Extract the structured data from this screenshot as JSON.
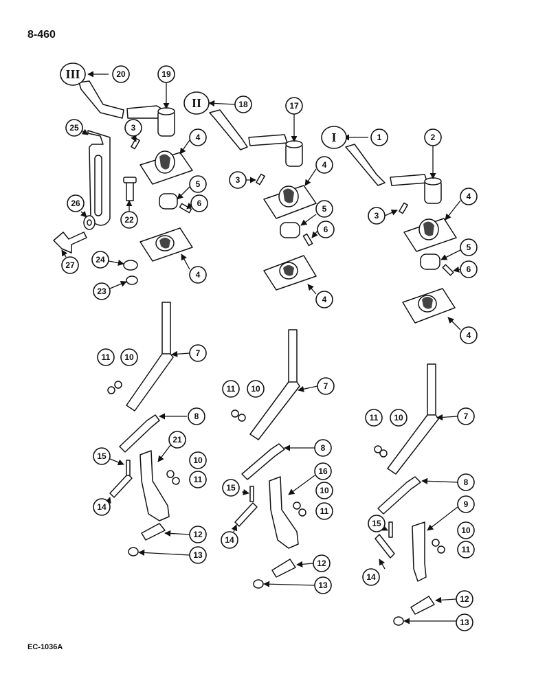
{
  "page": {
    "title": "8-460",
    "footer": "EC-1036A"
  },
  "group_labels": [
    "III",
    "II",
    "I"
  ],
  "callouts": [
    "1",
    "2",
    "3",
    "4",
    "5",
    "6",
    "7",
    "8",
    "9",
    "10",
    "11",
    "12",
    "13",
    "14",
    "15",
    "16",
    "17",
    "18",
    "19",
    "20",
    "21",
    "22",
    "23",
    "24",
    "25",
    "26",
    "27"
  ]
}
